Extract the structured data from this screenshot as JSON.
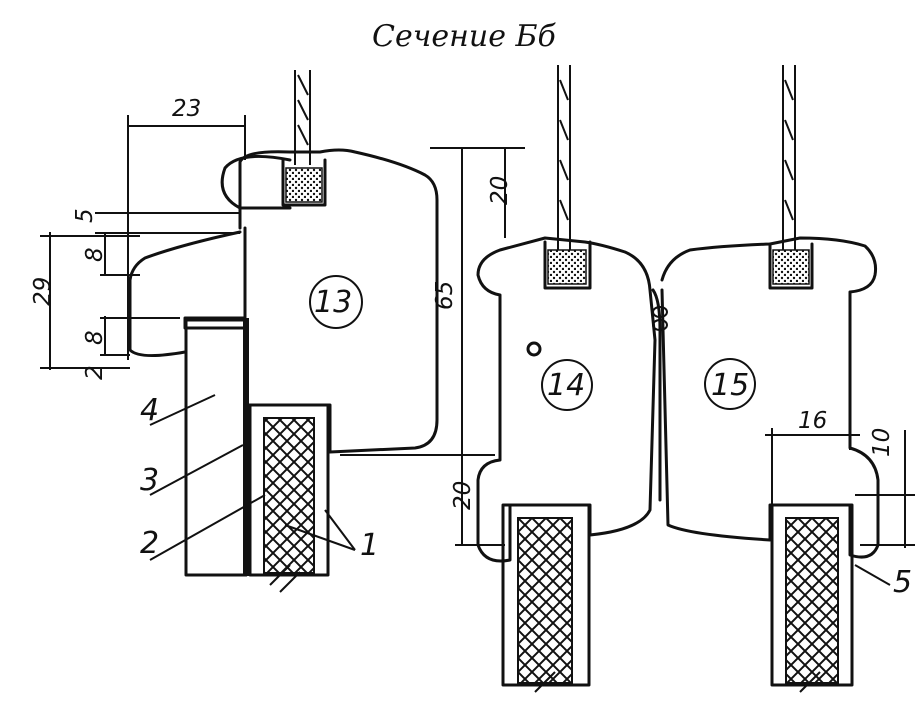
{
  "title": "Сечение Бб",
  "dims": {
    "d23": "23",
    "d5": "5",
    "d8a": "8",
    "d29": "29",
    "d8b": "8",
    "d2": "2",
    "d20a": "20",
    "d65": "65",
    "d20b": "20",
    "d16": "16",
    "d10": "10"
  },
  "profiles": {
    "p13": "13",
    "p14": "14",
    "p15": "15"
  },
  "leaders": {
    "l4": "4",
    "l3": "3",
    "l2": "2",
    "l1": "1",
    "l5": "5"
  }
}
